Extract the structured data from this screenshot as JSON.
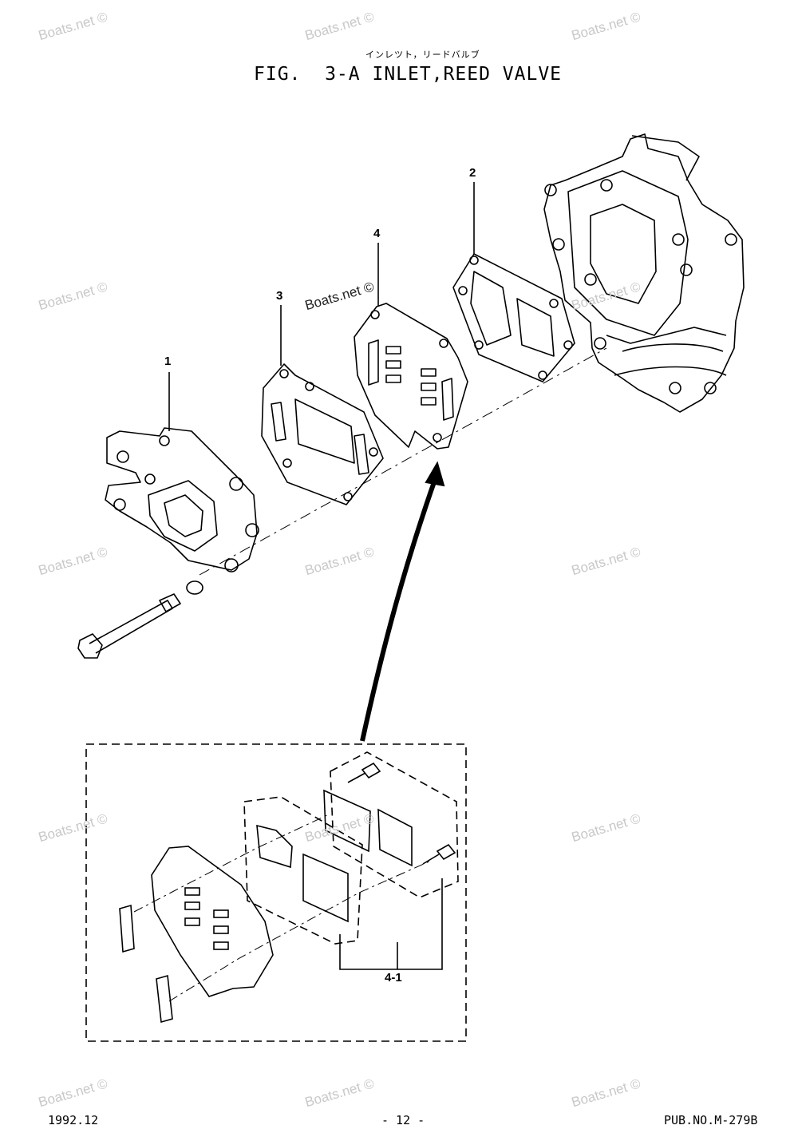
{
  "header": {
    "subtitle_jp": "インレツト，リードバルブ",
    "title": "FIG.  3-A INLET,REED VALVE"
  },
  "callouts": {
    "part_1": "1",
    "part_2": "2",
    "part_3": "3",
    "part_4": "4",
    "part_4_1": "4-1"
  },
  "footer": {
    "date": "1992.12",
    "page": "- 12 -",
    "pub_no": "PUB.NO.M-279B"
  },
  "watermark": {
    "text": "Boats.net ©"
  }
}
